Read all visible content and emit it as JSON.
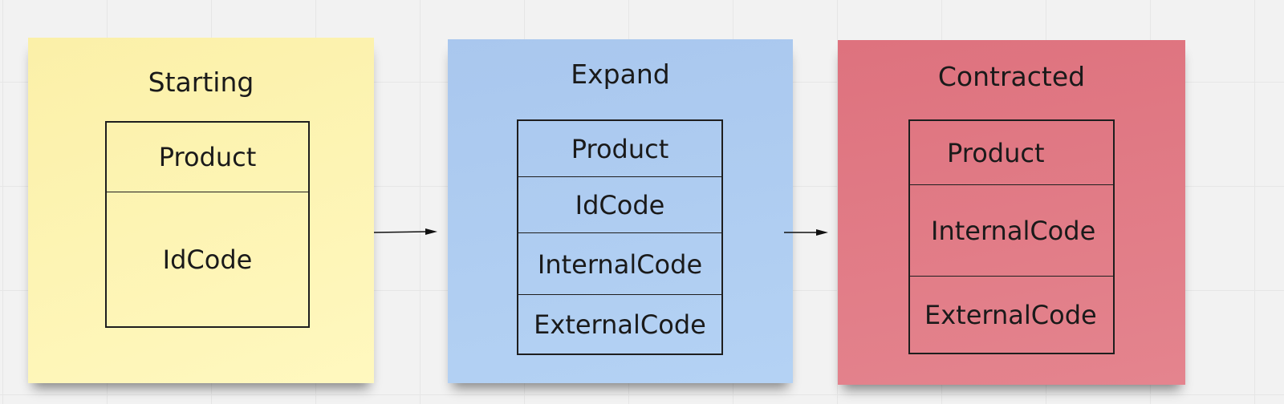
{
  "colors": {
    "starting": "#fff5b5",
    "expand": "#adcbf0",
    "contracted": "#e07782",
    "background": "#f2f2f2"
  },
  "notes": [
    {
      "title": "Starting",
      "fields": [
        "Product",
        "IdCode"
      ]
    },
    {
      "title": "Expand",
      "fields": [
        "Product",
        "IdCode",
        "InternalCode",
        "ExternalCode"
      ]
    },
    {
      "title": "Contracted",
      "fields": [
        "Product",
        "InternalCode",
        "ExternalCode"
      ]
    }
  ]
}
